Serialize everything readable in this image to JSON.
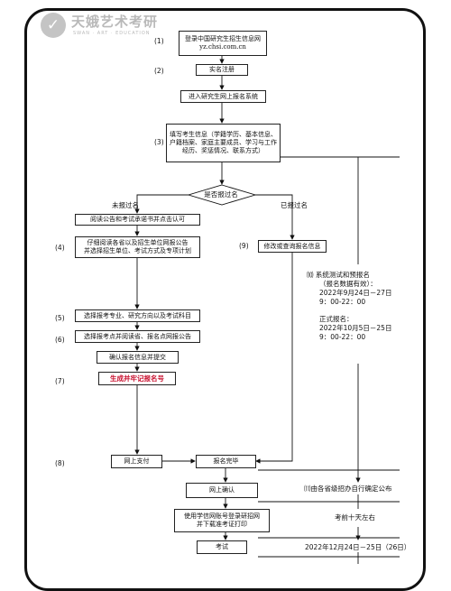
{
  "logo": {
    "brand": "天娥艺术考研",
    "tagline": "SWAN · ART · EDUCATION"
  },
  "steps": {
    "n1": "(1)",
    "n2": "(2)",
    "n3": "(3)",
    "n4": "(4)",
    "n5": "(5)",
    "n6": "(6)",
    "n7": "(7)",
    "n8": "(8)",
    "n9": "(9)",
    "n10": "⑽",
    "n11": "⑾"
  },
  "boxes": {
    "login_line1": "登录中国研究生招生信息网",
    "login_line2": "yz.chsi.com.cn",
    "realname": "实名注册",
    "enter_system": "进入研究生网上报名系统",
    "fill_info": "填写考生信息（学籍学历、基本信息、户籍档案、家庭主要成员、学习与工作经历、奖惩情况、联系方式）",
    "decision": "是否报过名",
    "read_notice": "阅读公告和考试承诺书并点击认可",
    "read_school_line1": "仔细阅读各省以及招生单位网报公告",
    "read_school_line2": "并选择招生单位、考试方式及专项计划",
    "select_major": "选择报考专业、研究方向以及考试科目",
    "select_site": "选择报考点并阅读省、报名点网报公告",
    "confirm_info": "确认报名信息并提交",
    "generate_no": "生成并牢记报名号",
    "modify_info": "修改或查询报名信息",
    "pay_online": "网上支付",
    "reg_done": "报名完毕",
    "online_confirm": "网上确认",
    "print_line1": "使用学信网账号登录研招网",
    "print_line2": "并下载准考证打印",
    "exam": "考试"
  },
  "labels": {
    "not_registered": "未报过名",
    "registered": "已报过名"
  },
  "notes": {
    "n10_text": "系统测试和预报名",
    "pre_reg_paren": "（报名数据有效）：",
    "pre_reg_dates": "2022年9月24日－27日",
    "pre_reg_time": "9：00-22：00",
    "formal_title": "正式报名：",
    "formal_dates": "2022年10月5日－25日",
    "formal_time": "9：00-22：00",
    "n11_text": "由各省级招办自行确定公布",
    "before_exam": "考前十天左右",
    "exam_dates": "2022年12月24日－25日（26日）"
  }
}
